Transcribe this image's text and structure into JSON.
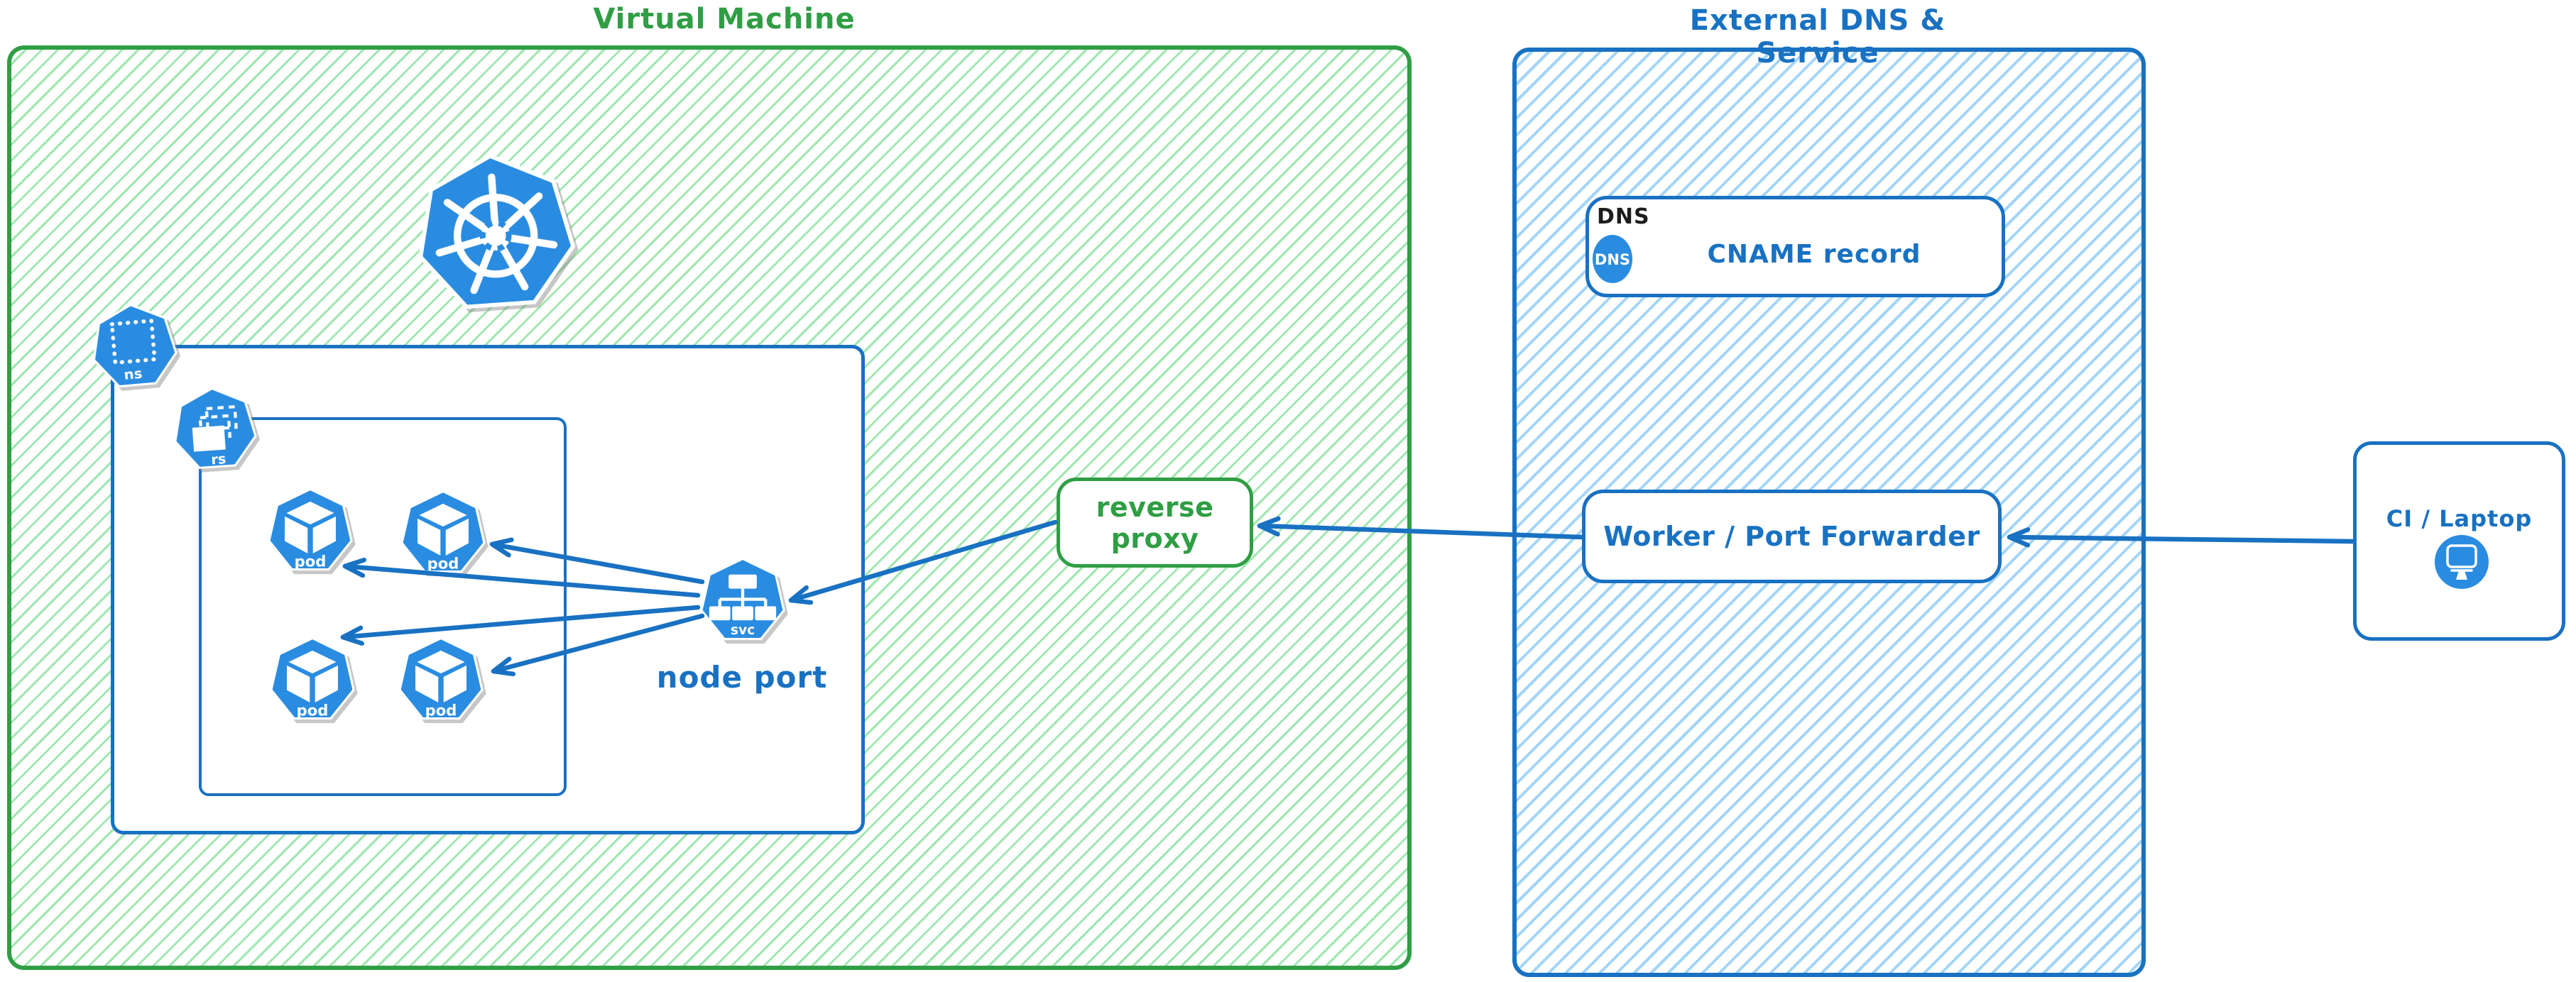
{
  "vm": {
    "title": "Virtual Machine"
  },
  "cluster": {
    "namespace_label": "ns",
    "replicaset_label": "rs",
    "pod_labels": [
      "pod",
      "pod",
      "pod",
      "pod"
    ],
    "service_label": "svc",
    "service_caption": "node port"
  },
  "reverse_proxy": {
    "label": "reverse proxy"
  },
  "external": {
    "title": "External DNS & Service",
    "dns": {
      "heading": "DNS",
      "icon_text": "DNS",
      "record": "CNAME record"
    },
    "worker": {
      "label": "Worker / Port Forwarder"
    }
  },
  "client": {
    "label": "CI / Laptop"
  },
  "colors": {
    "green_stroke": "#2f9e44",
    "green_hatch": "#9fe7af",
    "blue_stroke": "#1971c2",
    "blue_hatch": "#a3d5f7",
    "kubernetes_blue": "#2a8ce0",
    "dns_heading_black": "#1c1c1c"
  }
}
